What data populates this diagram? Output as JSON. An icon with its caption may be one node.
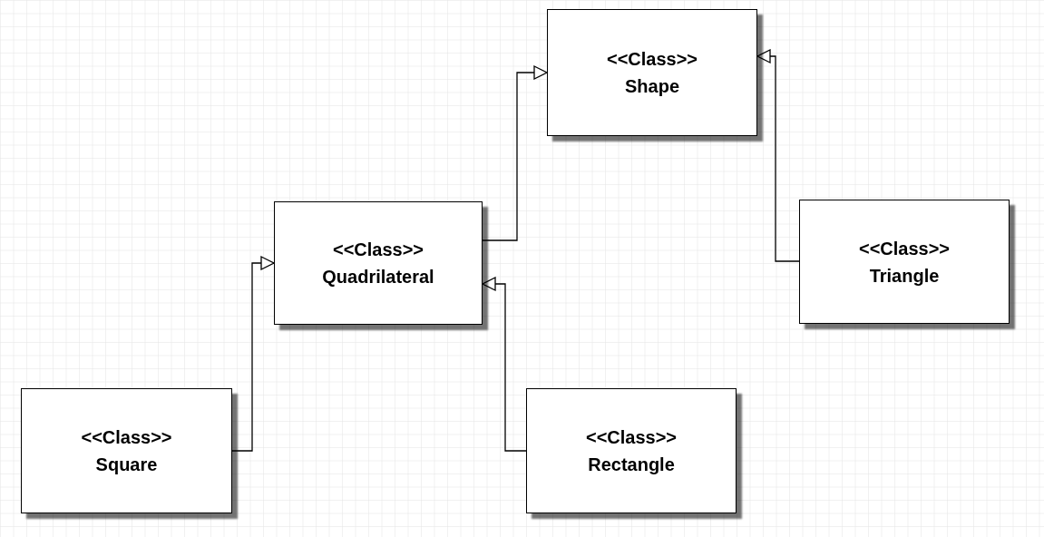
{
  "diagram": {
    "nodes": [
      {
        "text": [
          "<<Class>>",
          "Shape"
        ]
      },
      {
        "text": [
          "<<Class>>",
          "Quadrilateral"
        ]
      },
      {
        "text": [
          "<<Class>>",
          "Triangle"
        ]
      },
      {
        "text": [
          "<<Class>>",
          "Square"
        ]
      },
      {
        "text": [
          "<<Class>>",
          "Rectangle"
        ]
      }
    ],
    "edges": [
      {
        "from": 1,
        "to": 0,
        "arrow": "to"
      },
      {
        "from": 2,
        "to": 0,
        "arrow": "to"
      },
      {
        "from": 3,
        "to": 1,
        "arrow": "to"
      },
      {
        "from": 4,
        "to": 1,
        "arrow": "to"
      }
    ]
  }
}
